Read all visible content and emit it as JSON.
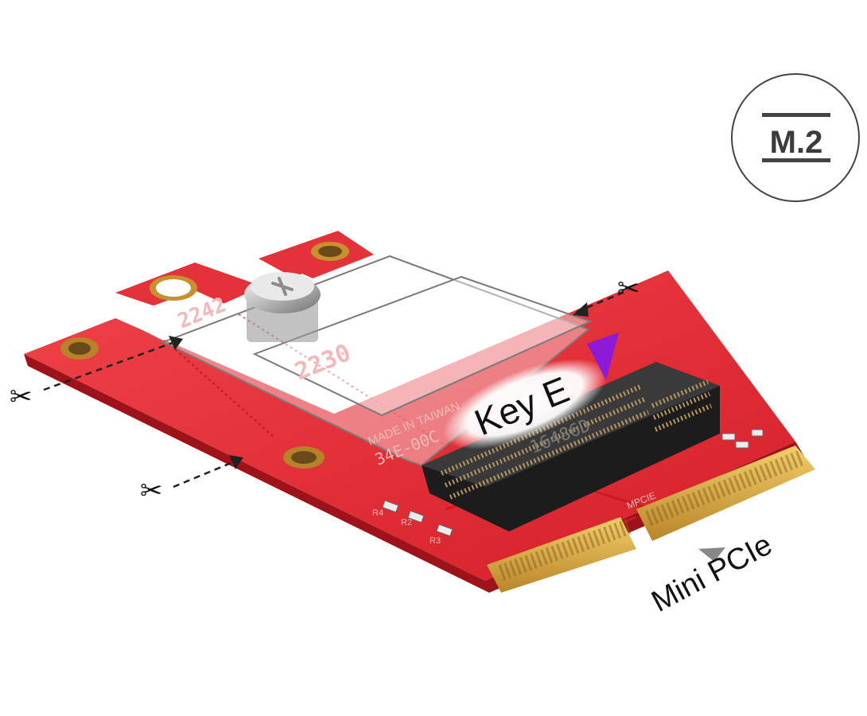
{
  "badge": {
    "label": "M.2"
  },
  "callouts": {
    "key_label": "Key E",
    "interface_label": "Mini PCIe"
  },
  "pcb_silkscreen": {
    "length_2242": "2242",
    "length_2230": "2230",
    "made_in": "MADE IN TAIWAN",
    "part_code": "34E-00C",
    "connector_code": "16486D",
    "mpcie": "MPCIE",
    "resistor_1": "R4",
    "resistor_2": "R2",
    "resistor_3": "R3"
  },
  "colors": {
    "pcb_red": "#e3262f",
    "pcb_dark": "#a8141c",
    "gold": "#d9a63a",
    "key_marker": "#8c1ad6",
    "connector": "#1e1e1e"
  }
}
